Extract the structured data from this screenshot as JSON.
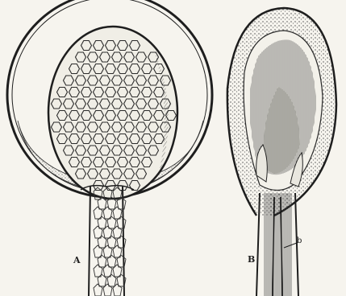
{
  "figure": {
    "panel_a": {
      "letter": "A"
    },
    "panel_b": {
      "letter": "B",
      "pointer_letter": "b"
    }
  },
  "colors": {
    "paper": "#f6f4ee",
    "ink": "#1e1e1e",
    "stipple": "#6b6b6b",
    "shade": "#3a3a3a"
  }
}
